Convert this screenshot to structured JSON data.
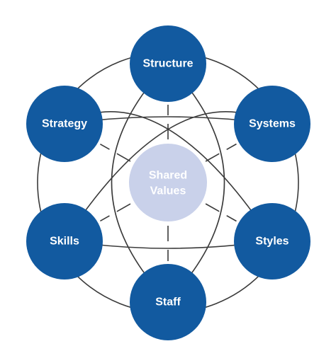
{
  "center": {
    "lines": [
      "Shared",
      "Values"
    ]
  },
  "nodes": [
    {
      "key": "structure",
      "label": "Structure"
    },
    {
      "key": "systems",
      "label": "Systems"
    },
    {
      "key": "styles",
      "label": "Styles"
    },
    {
      "key": "staff",
      "label": "Staff"
    },
    {
      "key": "skills",
      "label": "Skills"
    },
    {
      "key": "strategy",
      "label": "Strategy"
    }
  ],
  "colors": {
    "node_fill": "#125aa0",
    "center_fill": "#c9d1ea",
    "line": "#3a3a3a",
    "label_text": "#ffffff"
  }
}
